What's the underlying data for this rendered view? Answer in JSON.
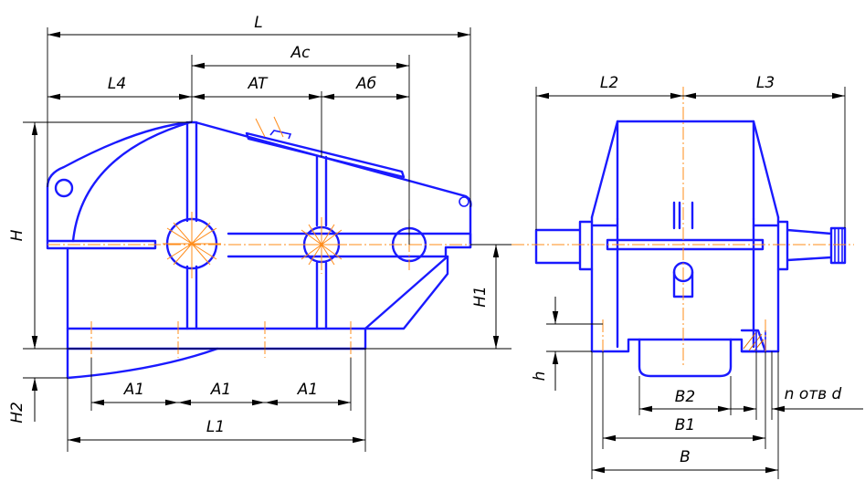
{
  "labels": {
    "L": "L",
    "Ac": "Ac",
    "L4": "L4",
    "AT": "AT",
    "Ab": "Aб",
    "H": "H",
    "H1": "H1",
    "H2": "H2",
    "A1_1": "A1",
    "A1_2": "A1",
    "A1_3": "A1",
    "L1": "L1",
    "L2": "L2",
    "L3": "L3",
    "h": "h",
    "B2": "B2",
    "B1": "B1",
    "B": "B",
    "holes": "n отв d"
  },
  "colors": {
    "outline": "#1a1aff",
    "centerline": "#ff8c1a",
    "dimension": "#000000"
  }
}
